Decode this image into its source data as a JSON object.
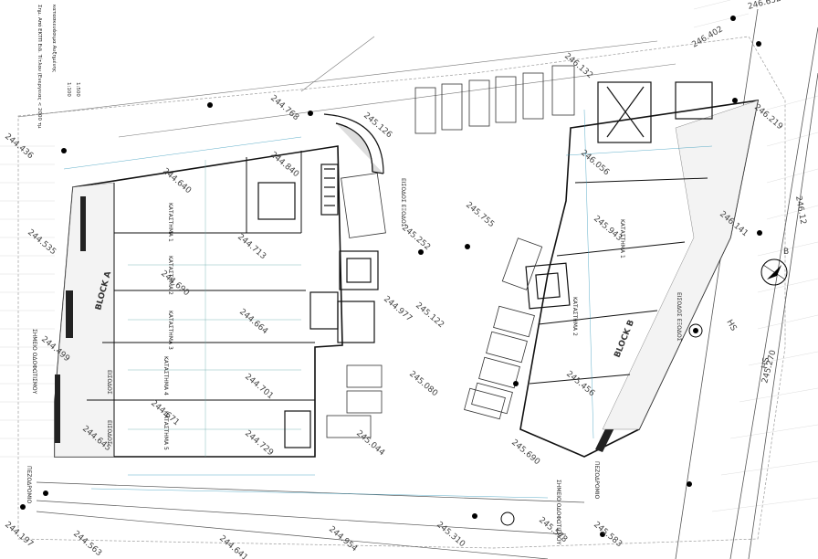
{
  "levels": [
    {
      "id": "lv1",
      "text": "246.652"
    },
    {
      "id": "lv2",
      "text": "246.402"
    },
    {
      "id": "lv3",
      "text": "246.219"
    },
    {
      "id": "lv4",
      "text": "246.141"
    },
    {
      "id": "lv5",
      "text": "246.12"
    },
    {
      "id": "lv6",
      "text": "245.270"
    },
    {
      "id": "lv7",
      "text": "245.583"
    },
    {
      "id": "lv8",
      "text": "245.578"
    },
    {
      "id": "lv9",
      "text": "245.310"
    },
    {
      "id": "lv10",
      "text": "244.954"
    },
    {
      "id": "lv11",
      "text": "244.641"
    },
    {
      "id": "lv12",
      "text": "244.563"
    },
    {
      "id": "lv13",
      "text": "244.197"
    },
    {
      "id": "lv14",
      "text": "244.436"
    },
    {
      "id": "lv15",
      "text": "244.535"
    },
    {
      "id": "lv16",
      "text": "244.640"
    },
    {
      "id": "lv17",
      "text": "244.768"
    },
    {
      "id": "lv18",
      "text": "245.126"
    },
    {
      "id": "lv19",
      "text": "245.755"
    },
    {
      "id": "lv20",
      "text": "245.252"
    },
    {
      "id": "lv21",
      "text": "245.122"
    },
    {
      "id": "lv22",
      "text": "245.080"
    },
    {
      "id": "lv23",
      "text": "245.044"
    },
    {
      "id": "lv24",
      "text": "244.977"
    },
    {
      "id": "lv25",
      "text": "244.713"
    },
    {
      "id": "lv26",
      "text": "244.664"
    },
    {
      "id": "lv27",
      "text": "244.701"
    },
    {
      "id": "lv28",
      "text": "244.729"
    },
    {
      "id": "lv29",
      "text": "244.671"
    },
    {
      "id": "lv30",
      "text": "244.645"
    },
    {
      "id": "lv31",
      "text": "244.690"
    },
    {
      "id": "lv32",
      "text": "245.690"
    },
    {
      "id": "lv33",
      "text": "245.456"
    },
    {
      "id": "lv34",
      "text": "245.943"
    },
    {
      "id": "lv35",
      "text": "246.132"
    },
    {
      "id": "lv36",
      "text": "246.056"
    },
    {
      "id": "lv37",
      "text": "244.840"
    },
    {
      "id": "lv38",
      "text": "244.499"
    }
  ],
  "blocks": {
    "block_a": "BLOCK A",
    "block_b": "BLOCK B"
  },
  "shops_a": [
    "ΚΑΤΑΣΤΗΜΑ 1",
    "ΚΑΤΑΣΤΗΜΑ 2",
    "ΚΑΤΑΣΤΗΜΑ 3",
    "ΚΑΤΑΣΤΗΜΑ 4",
    "ΚΑΤΑΣΤΗΜΑ 5"
  ],
  "shops_b": [
    "ΚΑΤΑΣΤΗΜΑ 1",
    "ΚΑΤΑΣΤΗΜΑ 2"
  ],
  "labels": {
    "entrance": "ΕΙΣΟΔΟΣ",
    "entrance2": "ΕΙΣΟΔΟΣ ΕΞΟΔΟΣ",
    "sidewalk": "ΠΕΖΟΔΡΟΜΙΟ",
    "hs_1": "HS",
    "hs_2": "HS",
    "north": "B",
    "pillar": "ΣΗΜΕΙΟ ΟΔΟΦΩΤΙΣΜΟΥ"
  },
  "notes": [
    "Σημ. Από ΕΚΤΠ Ειδ. Τίτλου (Ενεργειας < 2000 τμ",
    "κατασκευάσιμα Αυξημένης",
    "1:100",
    "1:500"
  ]
}
